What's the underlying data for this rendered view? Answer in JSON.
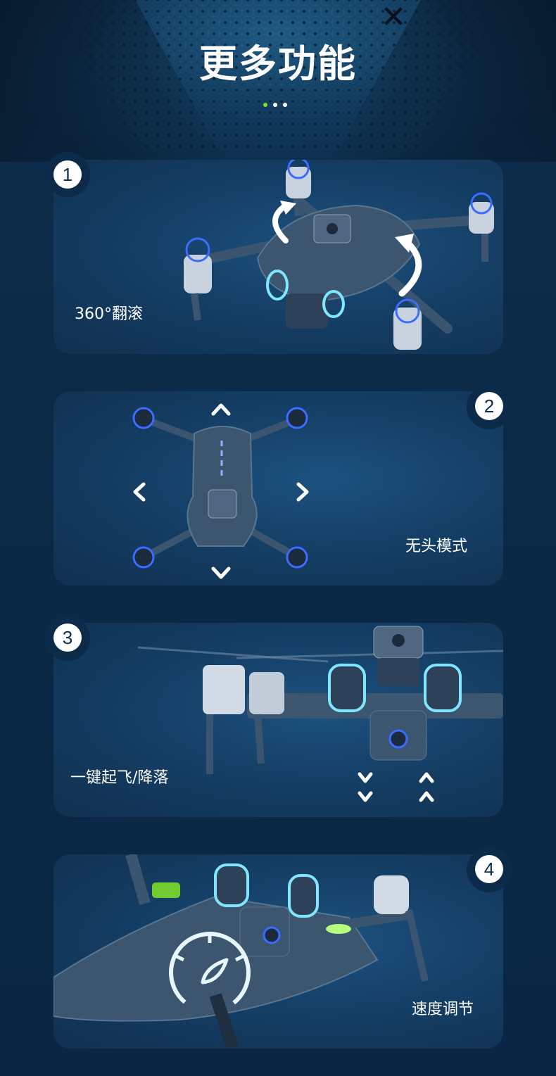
{
  "header": {
    "title": "更多功能",
    "close_icon": "close-icon",
    "pager": {
      "count": 3,
      "active_index": 0
    }
  },
  "features": [
    {
      "number": "1",
      "label": "360°翻滚",
      "icon": "drone-flip-arrows"
    },
    {
      "number": "2",
      "label": "无头模式",
      "icon": "drone-direction-arrows"
    },
    {
      "number": "3",
      "label": "一键起飞/降落",
      "icon": "drone-takeoff-land-arrows"
    },
    {
      "number": "4",
      "label": "速度调节",
      "icon": "speedometer-icon"
    }
  ],
  "colors": {
    "background": "#0b2a47",
    "card": "#153f66",
    "accent_blue": "#3a6cff",
    "accent_cyan": "#7fe6ff",
    "accent_green": "#7bdc2a",
    "text": "#ffffff"
  }
}
